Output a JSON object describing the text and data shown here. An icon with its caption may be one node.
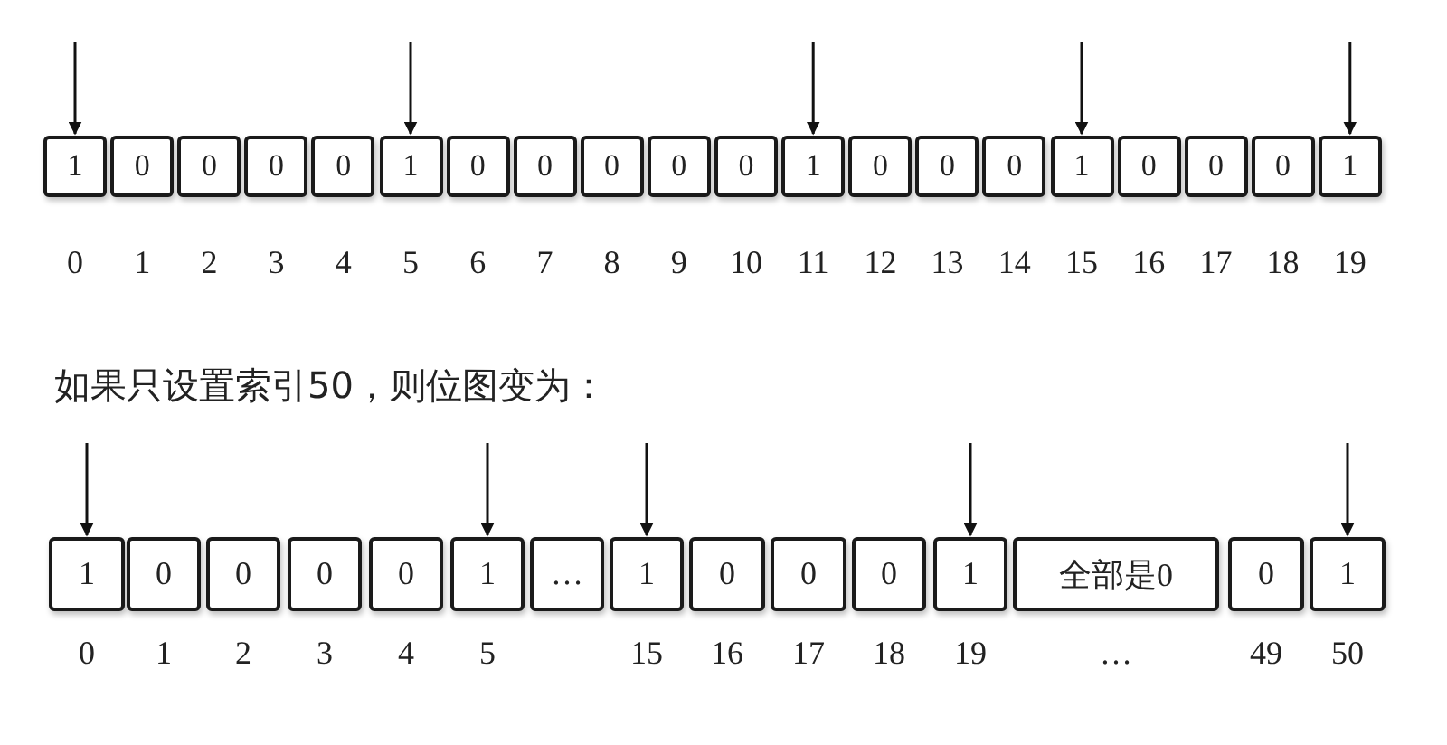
{
  "diagram": {
    "nodes": [
      {
        "text": [
          "1"
        ],
        "beside": [
          "0"
        ]
      },
      {
        "text": [
          "0"
        ],
        "beside": [
          "1"
        ]
      },
      {
        "text": [
          "0"
        ],
        "beside": [
          "2"
        ]
      },
      {
        "text": [
          "0"
        ],
        "beside": [
          "3"
        ]
      },
      {
        "text": [
          "0"
        ],
        "beside": [
          "4"
        ]
      },
      {
        "text": [
          "1"
        ],
        "beside": [
          "5"
        ]
      },
      {
        "text": [
          "0"
        ],
        "beside": [
          "6"
        ]
      },
      {
        "text": [
          "0"
        ],
        "beside": [
          "7"
        ]
      },
      {
        "text": [
          "0"
        ],
        "beside": [
          "8"
        ]
      },
      {
        "text": [
          "0"
        ],
        "beside": [
          "9"
        ]
      },
      {
        "text": [
          "0"
        ],
        "beside": [
          "10"
        ]
      },
      {
        "text": [
          "1"
        ],
        "beside": [
          "11"
        ]
      },
      {
        "text": [
          "0"
        ],
        "beside": [
          "12"
        ]
      },
      {
        "text": [
          "0"
        ],
        "beside": [
          "13"
        ]
      },
      {
        "text": [
          "0"
        ],
        "beside": [
          "14"
        ]
      },
      {
        "text": [
          "1"
        ],
        "beside": [
          "15"
        ]
      },
      {
        "text": [
          "0"
        ],
        "beside": [
          "16"
        ]
      },
      {
        "text": [
          "0"
        ],
        "beside": [
          "17"
        ]
      },
      {
        "text": [
          "0"
        ],
        "beside": [
          "18"
        ]
      },
      {
        "text": [
          "1"
        ],
        "beside": [
          "19"
        ]
      },
      {
        "text": [
          "1"
        ],
        "beside": [
          "0"
        ]
      },
      {
        "text": [
          "0"
        ],
        "beside": [
          "1"
        ]
      },
      {
        "text": [
          "0"
        ],
        "beside": [
          "2"
        ]
      },
      {
        "text": [
          "0"
        ],
        "beside": [
          "3"
        ]
      },
      {
        "text": [
          "0"
        ],
        "beside": [
          "4"
        ]
      },
      {
        "text": [
          "1"
        ],
        "beside": [
          "5"
        ]
      },
      {
        "text": [
          "…"
        ]
      },
      {
        "text": [
          "1"
        ],
        "beside": [
          "15"
        ]
      },
      {
        "text": [
          "0"
        ],
        "beside": [
          "16"
        ]
      },
      {
        "text": [
          "0"
        ],
        "beside": [
          "17"
        ]
      },
      {
        "text": [
          "0"
        ],
        "beside": [
          "18"
        ]
      },
      {
        "text": [
          "1"
        ],
        "beside": [
          "19"
        ]
      },
      {
        "text": [
          "全部是0"
        ],
        "beside": [
          "…"
        ]
      },
      {
        "text": [
          "0"
        ],
        "beside": [
          "49"
        ]
      },
      {
        "text": [
          "1"
        ],
        "beside": [
          "50"
        ]
      }
    ],
    "edges": [
      {
        "from": null,
        "to": 0,
        "arrow": "to"
      },
      {
        "from": null,
        "to": 5,
        "arrow": "to"
      },
      {
        "from": null,
        "to": 11,
        "arrow": "to"
      },
      {
        "from": null,
        "to": 15,
        "arrow": "to"
      },
      {
        "from": null,
        "to": 19,
        "arrow": "to"
      },
      {
        "from": null,
        "to": 20,
        "arrow": "to"
      },
      {
        "from": null,
        "to": 25,
        "arrow": "to"
      },
      {
        "from": null,
        "to": 27,
        "arrow": "to"
      },
      {
        "from": null,
        "to": 31,
        "arrow": "to"
      },
      {
        "from": null,
        "to": 34,
        "arrow": "to"
      }
    ],
    "labels": [
      "如果只设置索引50，则位图变为："
    ]
  }
}
